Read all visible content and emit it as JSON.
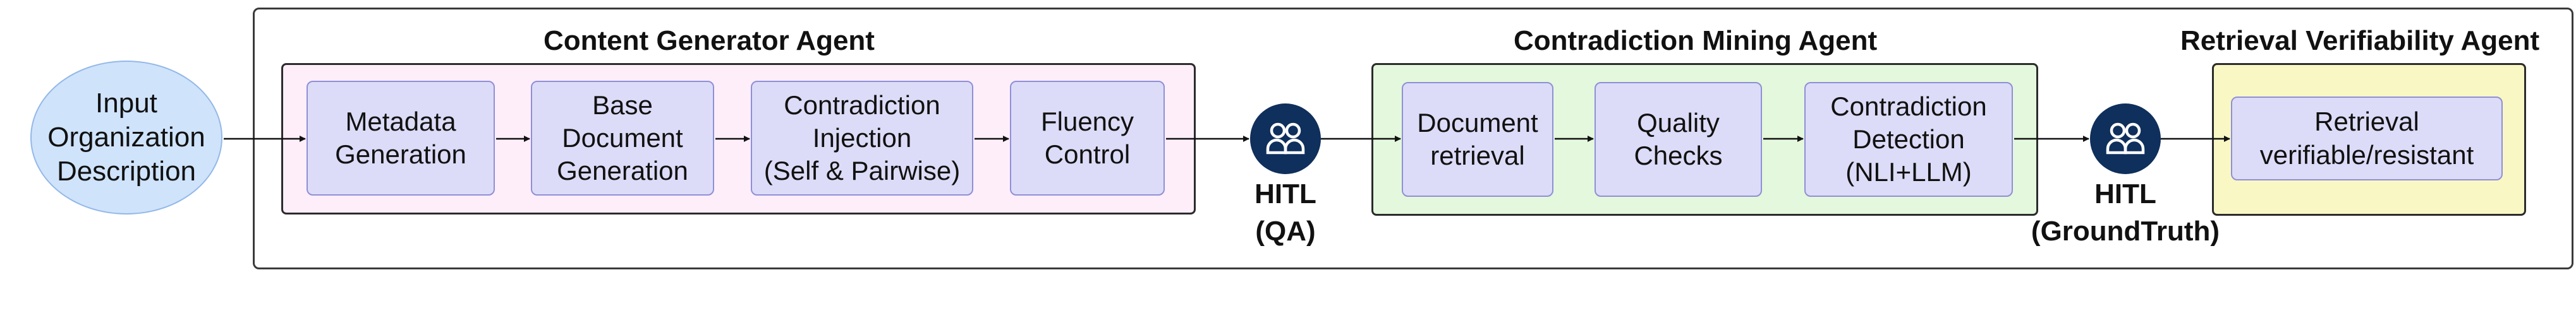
{
  "input": {
    "label": "Input\nOrganization\nDescription"
  },
  "content_generator": {
    "title": "Content Generator Agent",
    "steps": [
      "Metadata\nGeneration",
      "Base\nDocument\nGeneration",
      "Contradiction\nInjection\n(Self & Pairwise)",
      "Fluency\nControl"
    ]
  },
  "hitl_qa": {
    "label": "HITL\n(QA)",
    "icon": "people-icon"
  },
  "contradiction_mining": {
    "title": "Contradiction Mining Agent",
    "steps": [
      "Document\nretrieval",
      "Quality\nChecks",
      "Contradiction\nDetection\n(NLI+LLM)"
    ]
  },
  "hitl_groundtruth": {
    "label": "HITL\n(GroundTruth)",
    "icon": "people-icon"
  },
  "retrieval_verifiability": {
    "title": "Retrieval Verifiability Agent",
    "steps": [
      "Retrieval\nverifiable/resistant"
    ]
  },
  "colors": {
    "content_group_bg": "#fdeefa",
    "mining_group_bg": "#e3f8dc",
    "retrieval_group_bg": "#f9f7c4",
    "process_box_bg": "#dcdcf8",
    "process_box_border": "#8f8fd6",
    "input_bg": "#cfe3fb",
    "hitl_icon_bg": "#0f2f5c"
  }
}
